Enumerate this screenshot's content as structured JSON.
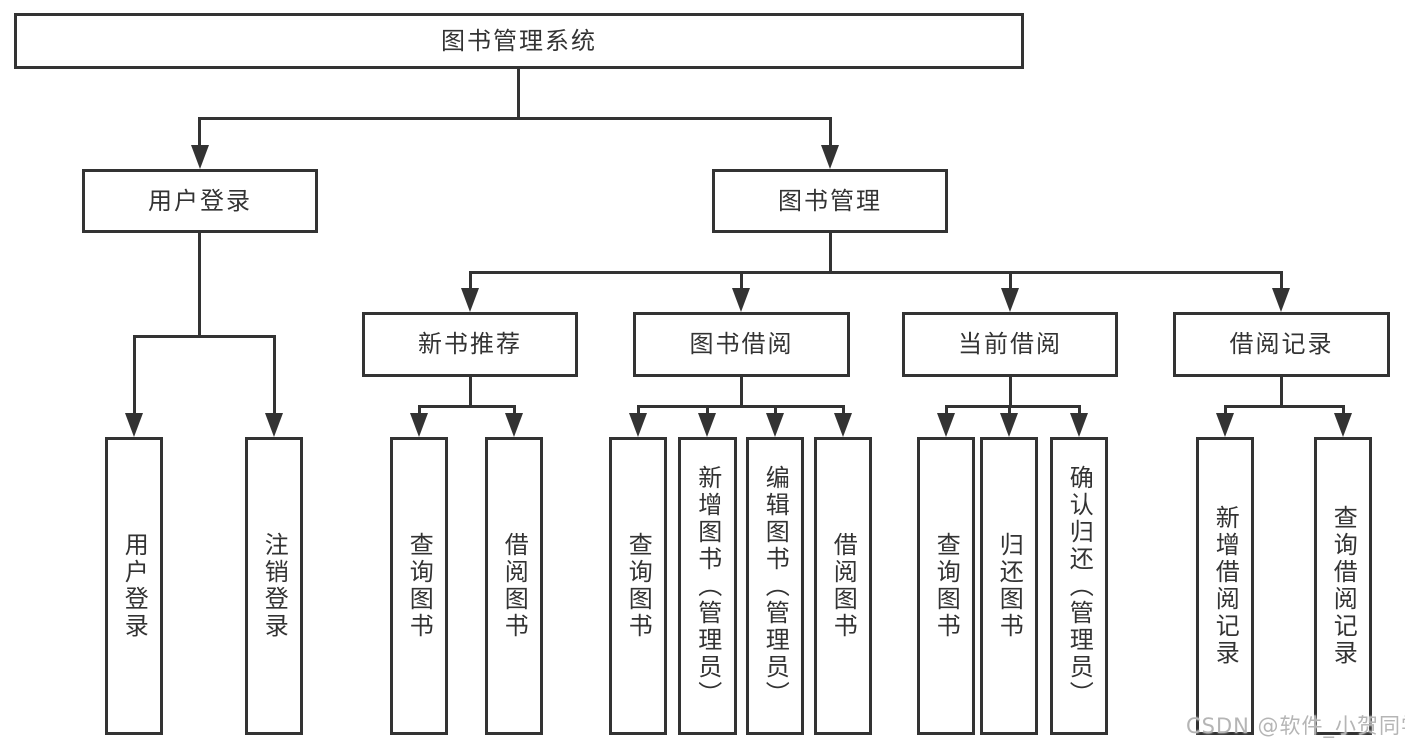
{
  "diagram": {
    "root": {
      "label": "图书管理系统"
    },
    "branches": [
      {
        "label": "用户登录",
        "children": [
          {
            "label": "用户登录"
          },
          {
            "label": "注销登录"
          }
        ]
      },
      {
        "label": "图书管理",
        "sections": [
          {
            "label": "新书推荐",
            "children": [
              {
                "label": "查询图书"
              },
              {
                "label": "借阅图书"
              }
            ]
          },
          {
            "label": "图书借阅",
            "children": [
              {
                "label": "查询图书"
              },
              {
                "label": "新增图书（管理员）"
              },
              {
                "label": "编辑图书（管理员）"
              },
              {
                "label": "借阅图书"
              }
            ]
          },
          {
            "label": "当前借阅",
            "children": [
              {
                "label": "查询图书"
              },
              {
                "label": "归还图书"
              },
              {
                "label": "确认归还（管理员）"
              }
            ]
          },
          {
            "label": "借阅记录",
            "children": [
              {
                "label": "新增借阅记录"
              },
              {
                "label": "查询借阅记录"
              }
            ]
          }
        ]
      }
    ]
  },
  "watermark": {
    "text": "CSDN @软件_小贺同学"
  },
  "colors": {
    "line": "#333333",
    "box_border": "#333333",
    "text": "#333333",
    "background": "#ffffff",
    "watermark": "#b5b5b5"
  }
}
